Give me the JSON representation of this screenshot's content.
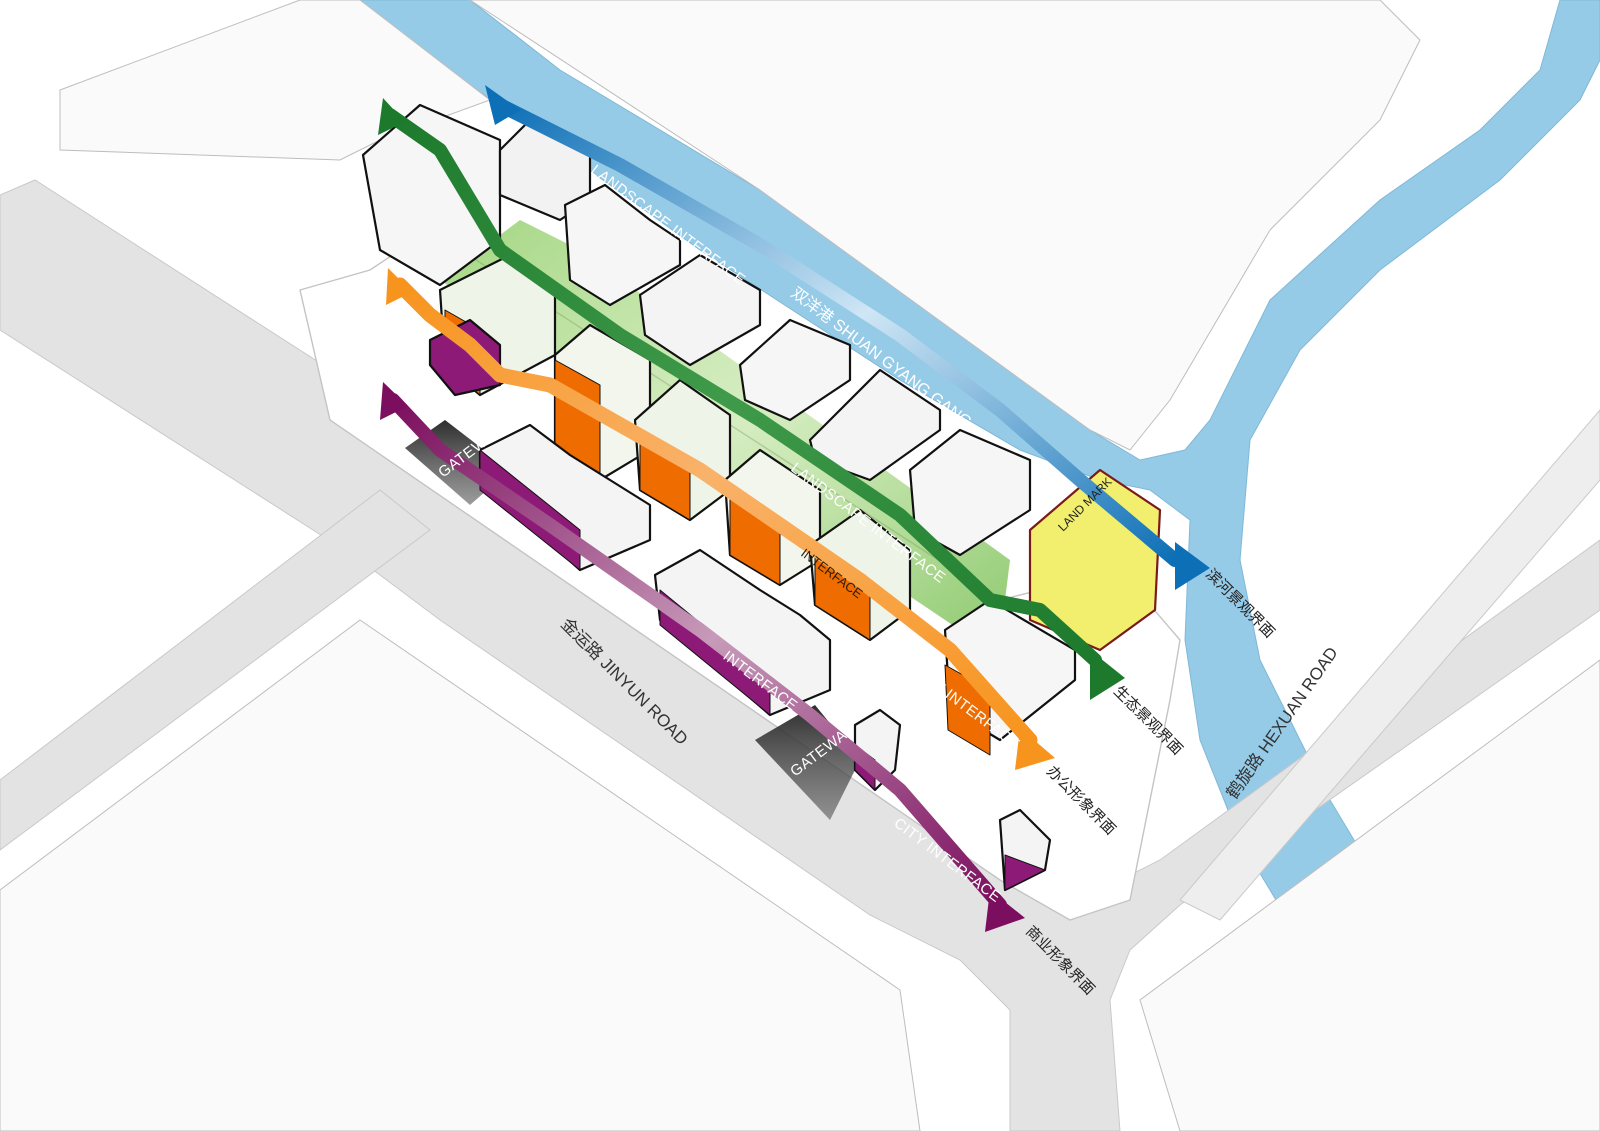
{
  "colors": {
    "river": "#96cbe8",
    "landscape_interface_arrow": "#0d6fb6",
    "eco_arrow": "#1d7a2c",
    "eco_band": "#6fbf3a",
    "office_arrow": "#f7941d",
    "office_facade": "#ef6c00",
    "commercial_arrow": "#7b0e5e",
    "commercial_facade": "#8e1a78",
    "landmark": "#f2ef6e",
    "road": "#e3e3e3",
    "gateway": "#3c3c3c",
    "building": "#f6f6f6"
  },
  "labels": {
    "river_name": "双洋港 SHUAN GYANG GANG",
    "landscape_interface_top": "LANDSCAPE INTERFACE",
    "landscape_interface_mid": "LANDSCAPE INTERFACE",
    "interface_orange": "INTERFACE",
    "city_interface_orange": "CITY INTERFACE",
    "interface_purple": "INTERFACE",
    "city_interface_purple": "CITY INTERFACE",
    "gateway_top": "GATEWAY",
    "gateway_bottom": "GATEWAY",
    "landmark": "LAND MARK",
    "riverside_interface": "滨河景观界面",
    "eco_interface": "生态景观界面",
    "office_interface": "办公形象界面",
    "commercial_interface": "商业形象界面",
    "road_jinyun": "金运路 JINYUN ROAD",
    "road_hexuan": "鹤旋路 HEXUAN ROAD"
  }
}
